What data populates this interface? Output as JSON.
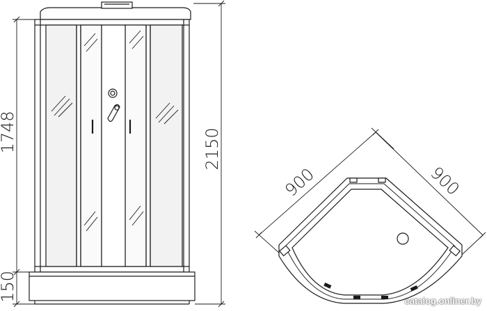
{
  "dimensions": {
    "glass_height": "1748",
    "tray_height": "150",
    "total_height": "2150",
    "width_left": "900",
    "width_right": "900"
  },
  "watermark": "catalog.onliner.by",
  "colors": {
    "line": "#1a1a1a",
    "glass": "#f2f2f2",
    "fill": "#ffffff"
  }
}
